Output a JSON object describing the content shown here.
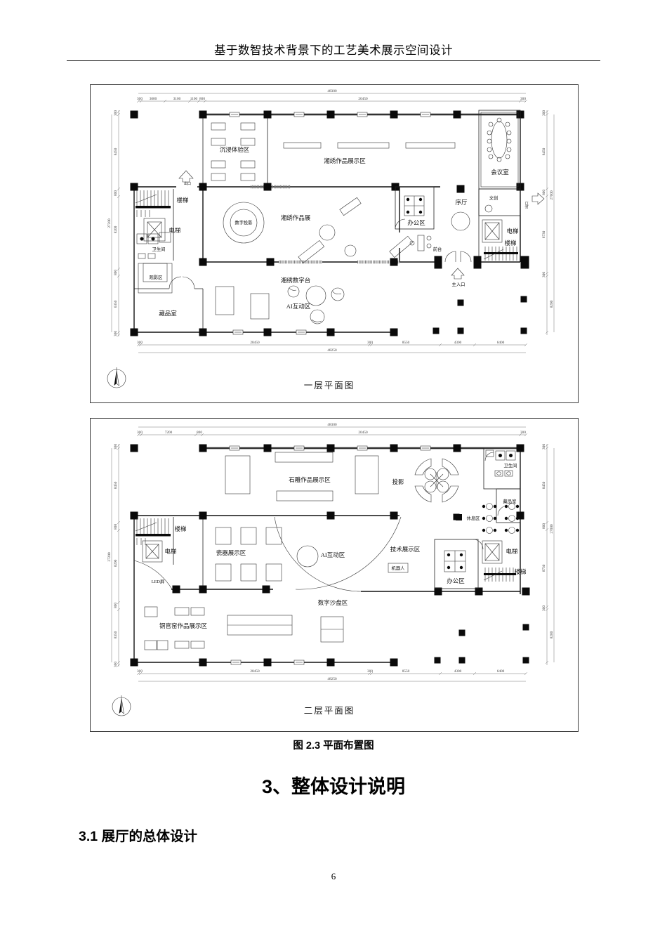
{
  "page": {
    "header": "基于数智技术背景下的工艺美术展示空间设计",
    "figure_caption": "图 2.3 平面布置图",
    "section_heading": "3、整体设计说明",
    "subsection_heading": "3.1 展厅的总体设计",
    "page_number": "6"
  },
  "floor1": {
    "title": "一层平面图",
    "rooms": {
      "immersive": "沉浸体验区",
      "embroidery_display": "湘绣作品展示区",
      "meeting": "会议室",
      "cultural_creative": "文创",
      "exit_top": "出口",
      "stairs_left": "楼梯",
      "elevator_left": "电梯",
      "toilet": "卫生间",
      "viewing": "观影区",
      "collection": "藏品室",
      "digital_projection": "数字投影",
      "embroidery_exhibit": "湘绣作品展",
      "office": "办公区",
      "foyer": "序厅",
      "reception": "前台",
      "exit_right": "出口",
      "elevator_right": "电梯",
      "stairs_right": "楼梯",
      "digital_platform": "湘绣数字台",
      "ai_zone": "AI互动区",
      "main_entrance": "主入口"
    },
    "dims": {
      "top_total": "48300",
      "top": [
        "300",
        "3000",
        "3100",
        "1100",
        "800",
        "20450",
        "300"
      ],
      "left": [
        "300",
        "8450",
        "800",
        "8200",
        "800",
        "6350",
        "300"
      ],
      "left_total": "27200",
      "right": [
        "300",
        "8450",
        "800",
        "8730",
        "300"
      ],
      "right_total": "27000",
      "right_lower": "8200",
      "bottom": [
        "300",
        "28450",
        "300",
        "8550",
        "4300",
        "6400"
      ],
      "bottom_total": "48250"
    }
  },
  "floor2": {
    "title": "二层平面图",
    "rooms": {
      "stone_display": "石雕作品展示区",
      "projection": "投影",
      "toilet": "卫生间",
      "collection": "藏品室",
      "rest_area": "休息区",
      "stairs_left": "楼梯",
      "elevator_left": "电梯",
      "porcelain_display": "瓷器展示区",
      "ai_zone": "AI互动区",
      "tech_display": "技术展示区",
      "robot": "机器人",
      "office": "办公区",
      "elevator_right": "电梯",
      "stairs_right": "楼梯",
      "led_screen": "LED屏",
      "tongguan_display": "铜官窑作品展示区",
      "sandbox": "数字沙盘区"
    },
    "dims": {
      "top_total": "48300",
      "top": [
        "300",
        "7200",
        "800",
        "20450",
        "300"
      ],
      "left": [
        "300",
        "8450",
        "800",
        "8200",
        "800",
        "8350",
        "300"
      ],
      "left_total": "27200",
      "right": [
        "300",
        "8450",
        "800",
        "8730",
        "300"
      ],
      "right_total": "27000",
      "right_lower": "8200",
      "bottom": [
        "300",
        "28450",
        "300",
        "8550",
        "4300",
        "6400"
      ],
      "bottom_total": "48250"
    }
  }
}
